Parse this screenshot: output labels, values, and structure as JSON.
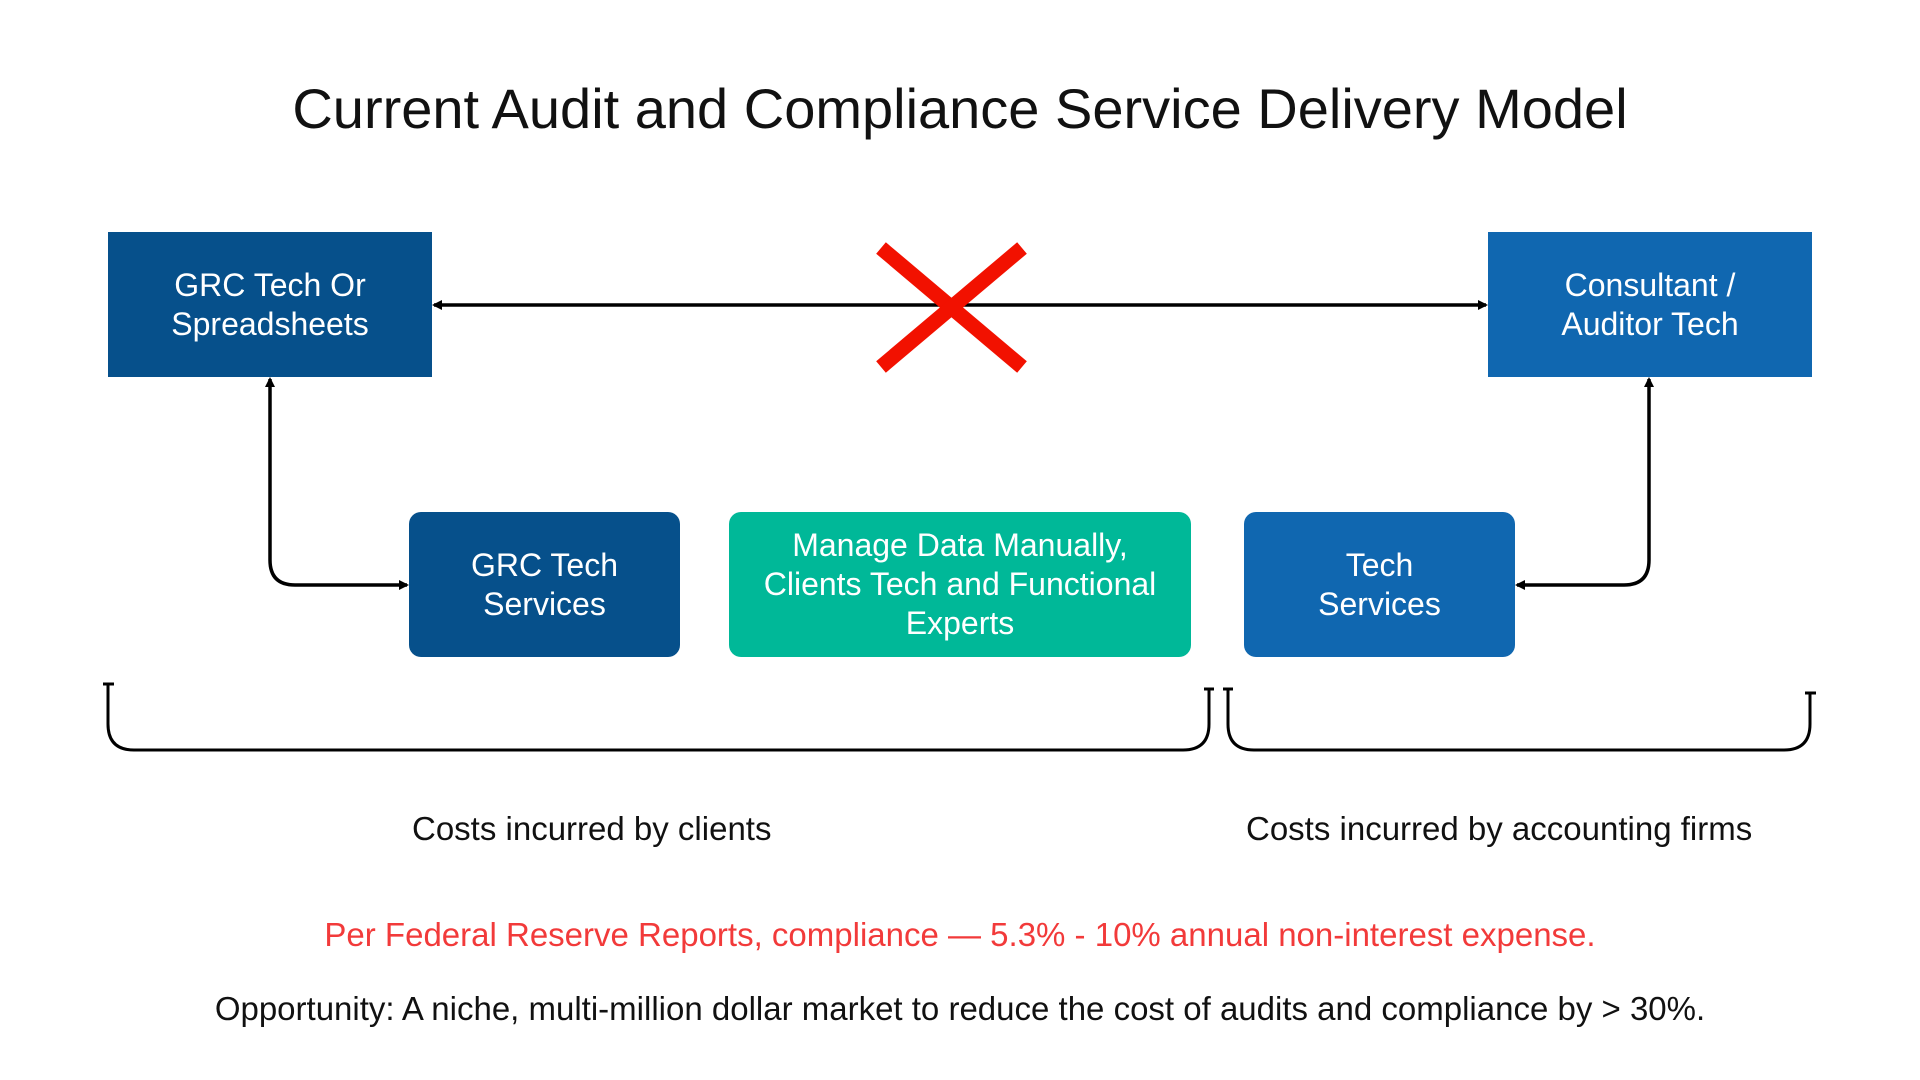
{
  "title": "Current Audit and Compliance Service Delivery Model",
  "colors": {
    "dark_blue": "#06508B",
    "medium_blue": "#1067B0",
    "teal": "#00B898",
    "red_x": "#F21100",
    "red_text": "#F23A3A"
  },
  "nodes": {
    "grc_tech_or_spreadsheets": {
      "lines": [
        "GRC Tech Or",
        "Spreadsheets"
      ]
    },
    "consultant_auditor_tech": {
      "lines": [
        "Consultant /",
        "Auditor Tech"
      ]
    },
    "grc_tech_services": {
      "lines": [
        "GRC Tech",
        "Services"
      ]
    },
    "manage_data_manually": {
      "lines": [
        "Manage Data Manually,",
        "Clients Tech and Functional",
        "Experts"
      ]
    },
    "tech_services": {
      "lines": [
        "Tech",
        "Services"
      ]
    }
  },
  "edges": [
    {
      "from": "grc_tech_or_spreadsheets",
      "to": "consultant_auditor_tech",
      "direction": "bidirectional",
      "status": "broken",
      "marker": "red-x-icon"
    },
    {
      "from": "grc_tech_or_spreadsheets",
      "to": "grc_tech_services",
      "direction": "bidirectional"
    },
    {
      "from": "consultant_auditor_tech",
      "to": "tech_services",
      "direction": "bidirectional"
    }
  ],
  "brackets": {
    "clients": {
      "label": "Costs incurred by clients"
    },
    "firms": {
      "label": "Costs incurred by accounting firms"
    }
  },
  "notes": {
    "federal_reserve": "Per Federal Reserve Reports, compliance — 5.3% - 10% annual non-interest expense.",
    "opportunity": "Opportunity: A niche, multi-million dollar market to reduce the cost of audits and compliance by > 30%."
  }
}
